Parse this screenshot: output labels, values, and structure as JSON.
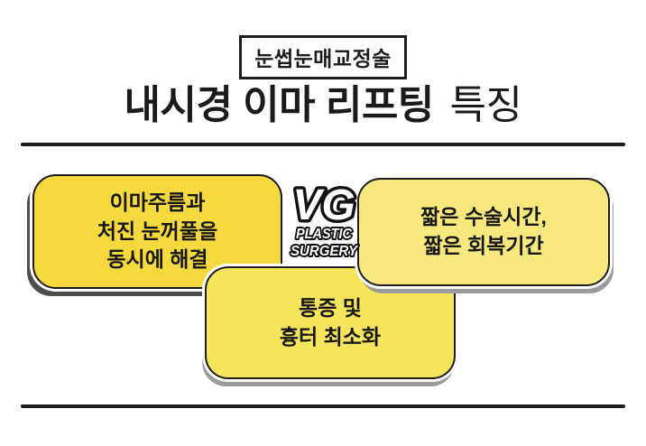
{
  "header": {
    "badge": "눈썹눈매교정술",
    "title_main": "내시경 이마 리프팅",
    "title_suffix": "특징"
  },
  "logo": {
    "name": "VG",
    "line2": "PLASTIC",
    "line3": "SURGERY"
  },
  "cards": {
    "left": {
      "text": "이마주름과\n처진 눈꺼풀을\n동시에 해결",
      "color": "#F6D93F"
    },
    "bottom": {
      "text": "통증 및\n흉터 최소화",
      "color": "#F5E45C"
    },
    "right": {
      "text": "짧은 수술시간,\n짧은 회복기간",
      "color": "#F8E87E"
    }
  },
  "colors": {
    "ink": "#1c1c1c",
    "card_border": "#1c1c1c",
    "shadow_dark": "#4d4d4d",
    "shadow_gray": "#9b9b9b",
    "background": "#ffffff"
  }
}
